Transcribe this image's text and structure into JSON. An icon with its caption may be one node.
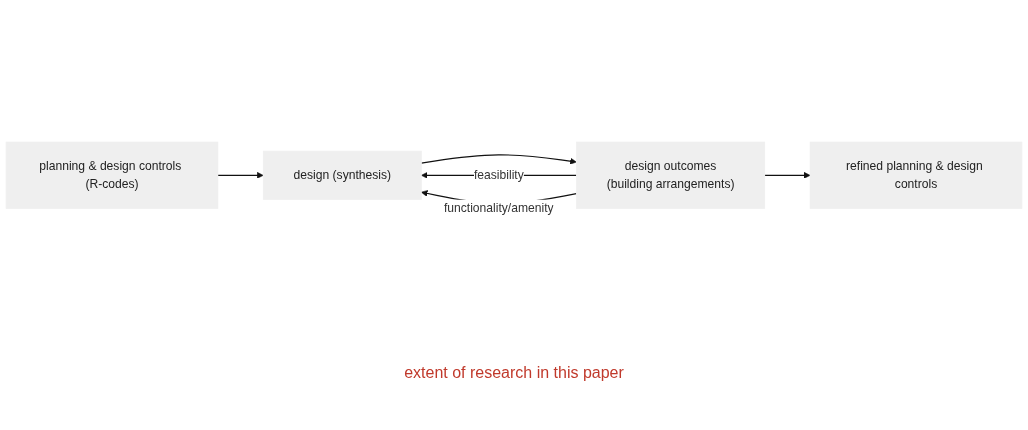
{
  "diagram": {
    "nodes": [
      {
        "text": [
          "planning & design controls (R-codes)"
        ]
      },
      {
        "text": [
          "design (synthesis)"
        ]
      },
      {
        "text": [
          "design outcomes",
          "(building arrangements)"
        ]
      },
      {
        "text": [
          "refined planning & design controls"
        ]
      }
    ],
    "edges": [
      {
        "from": 0,
        "to": 1,
        "arrow": "to"
      },
      {
        "from": 1,
        "to": 2,
        "arrow": "to"
      },
      {
        "from": 2,
        "to": 3,
        "arrow": "to"
      },
      {
        "from": 2,
        "to": 1,
        "label": "feasibility",
        "arrow": "to"
      },
      {
        "from": 2,
        "to": 1,
        "label": "functionality/amenity",
        "arrow": "to"
      }
    ],
    "labels": [
      "extent of research in this paper"
    ]
  }
}
